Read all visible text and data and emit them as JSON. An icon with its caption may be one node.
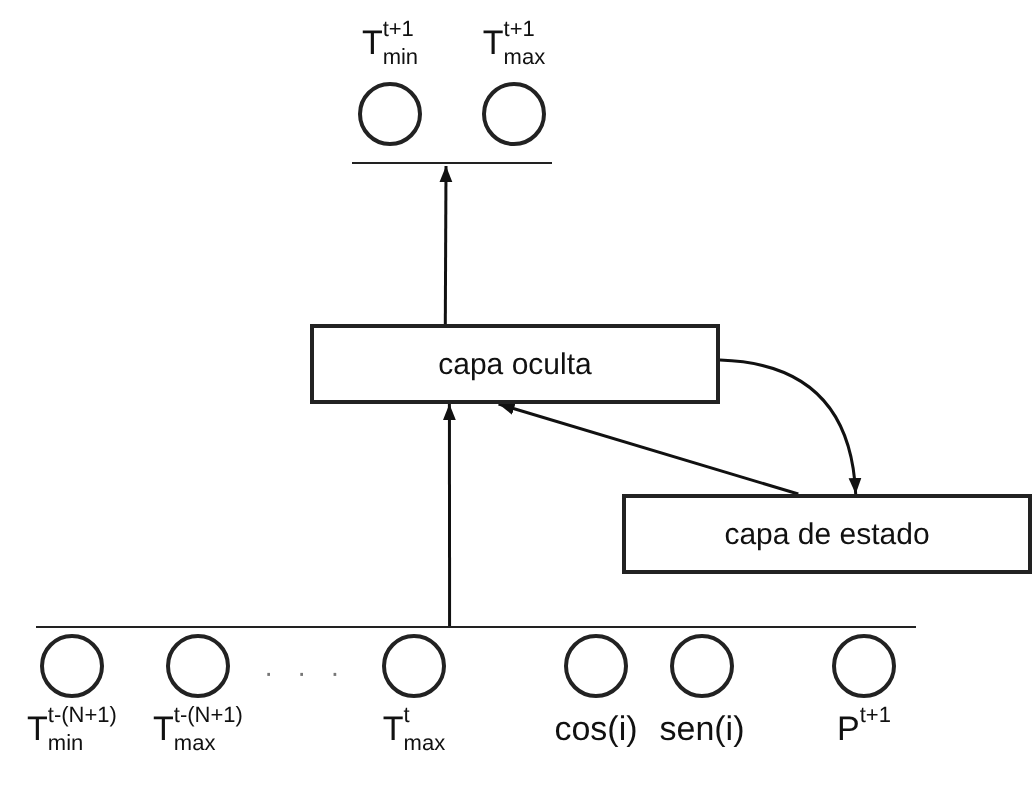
{
  "diagram": {
    "nodes": [
      {
        "text": [
          "T$_{min}$$^{t+1}$"
        ]
      },
      {
        "text": [
          "T$_{max}$$^{t+1}$"
        ]
      },
      {
        "text": [],
        "shape": "bar"
      },
      {
        "text": [
          "capa oculta"
        ]
      },
      {
        "text": [
          "capa de estado"
        ]
      },
      {
        "text": [],
        "shape": "bar"
      },
      {
        "text": [
          "T$_{min}$$^{t-(N+1)}$"
        ]
      },
      {
        "text": [
          "T$_{max}$$^{t-(N+1)}$"
        ]
      },
      {
        "text": [
          "T$_{max}$$^{t}$"
        ]
      },
      {
        "text": [
          "cos(i)"
        ]
      },
      {
        "text": [
          "sen(i)"
        ]
      },
      {
        "text": [
          "P$^{t+1}$"
        ]
      }
    ],
    "edges": [
      {
        "from": 5,
        "to": 3,
        "arrow": "to"
      },
      {
        "from": 3,
        "to": 2,
        "arrow": "to"
      },
      {
        "from": 3,
        "to": 4,
        "arrow": "to"
      },
      {
        "from": 4,
        "to": 3,
        "arrow": "to"
      }
    ],
    "labels": [
      "· · ·"
    ]
  }
}
